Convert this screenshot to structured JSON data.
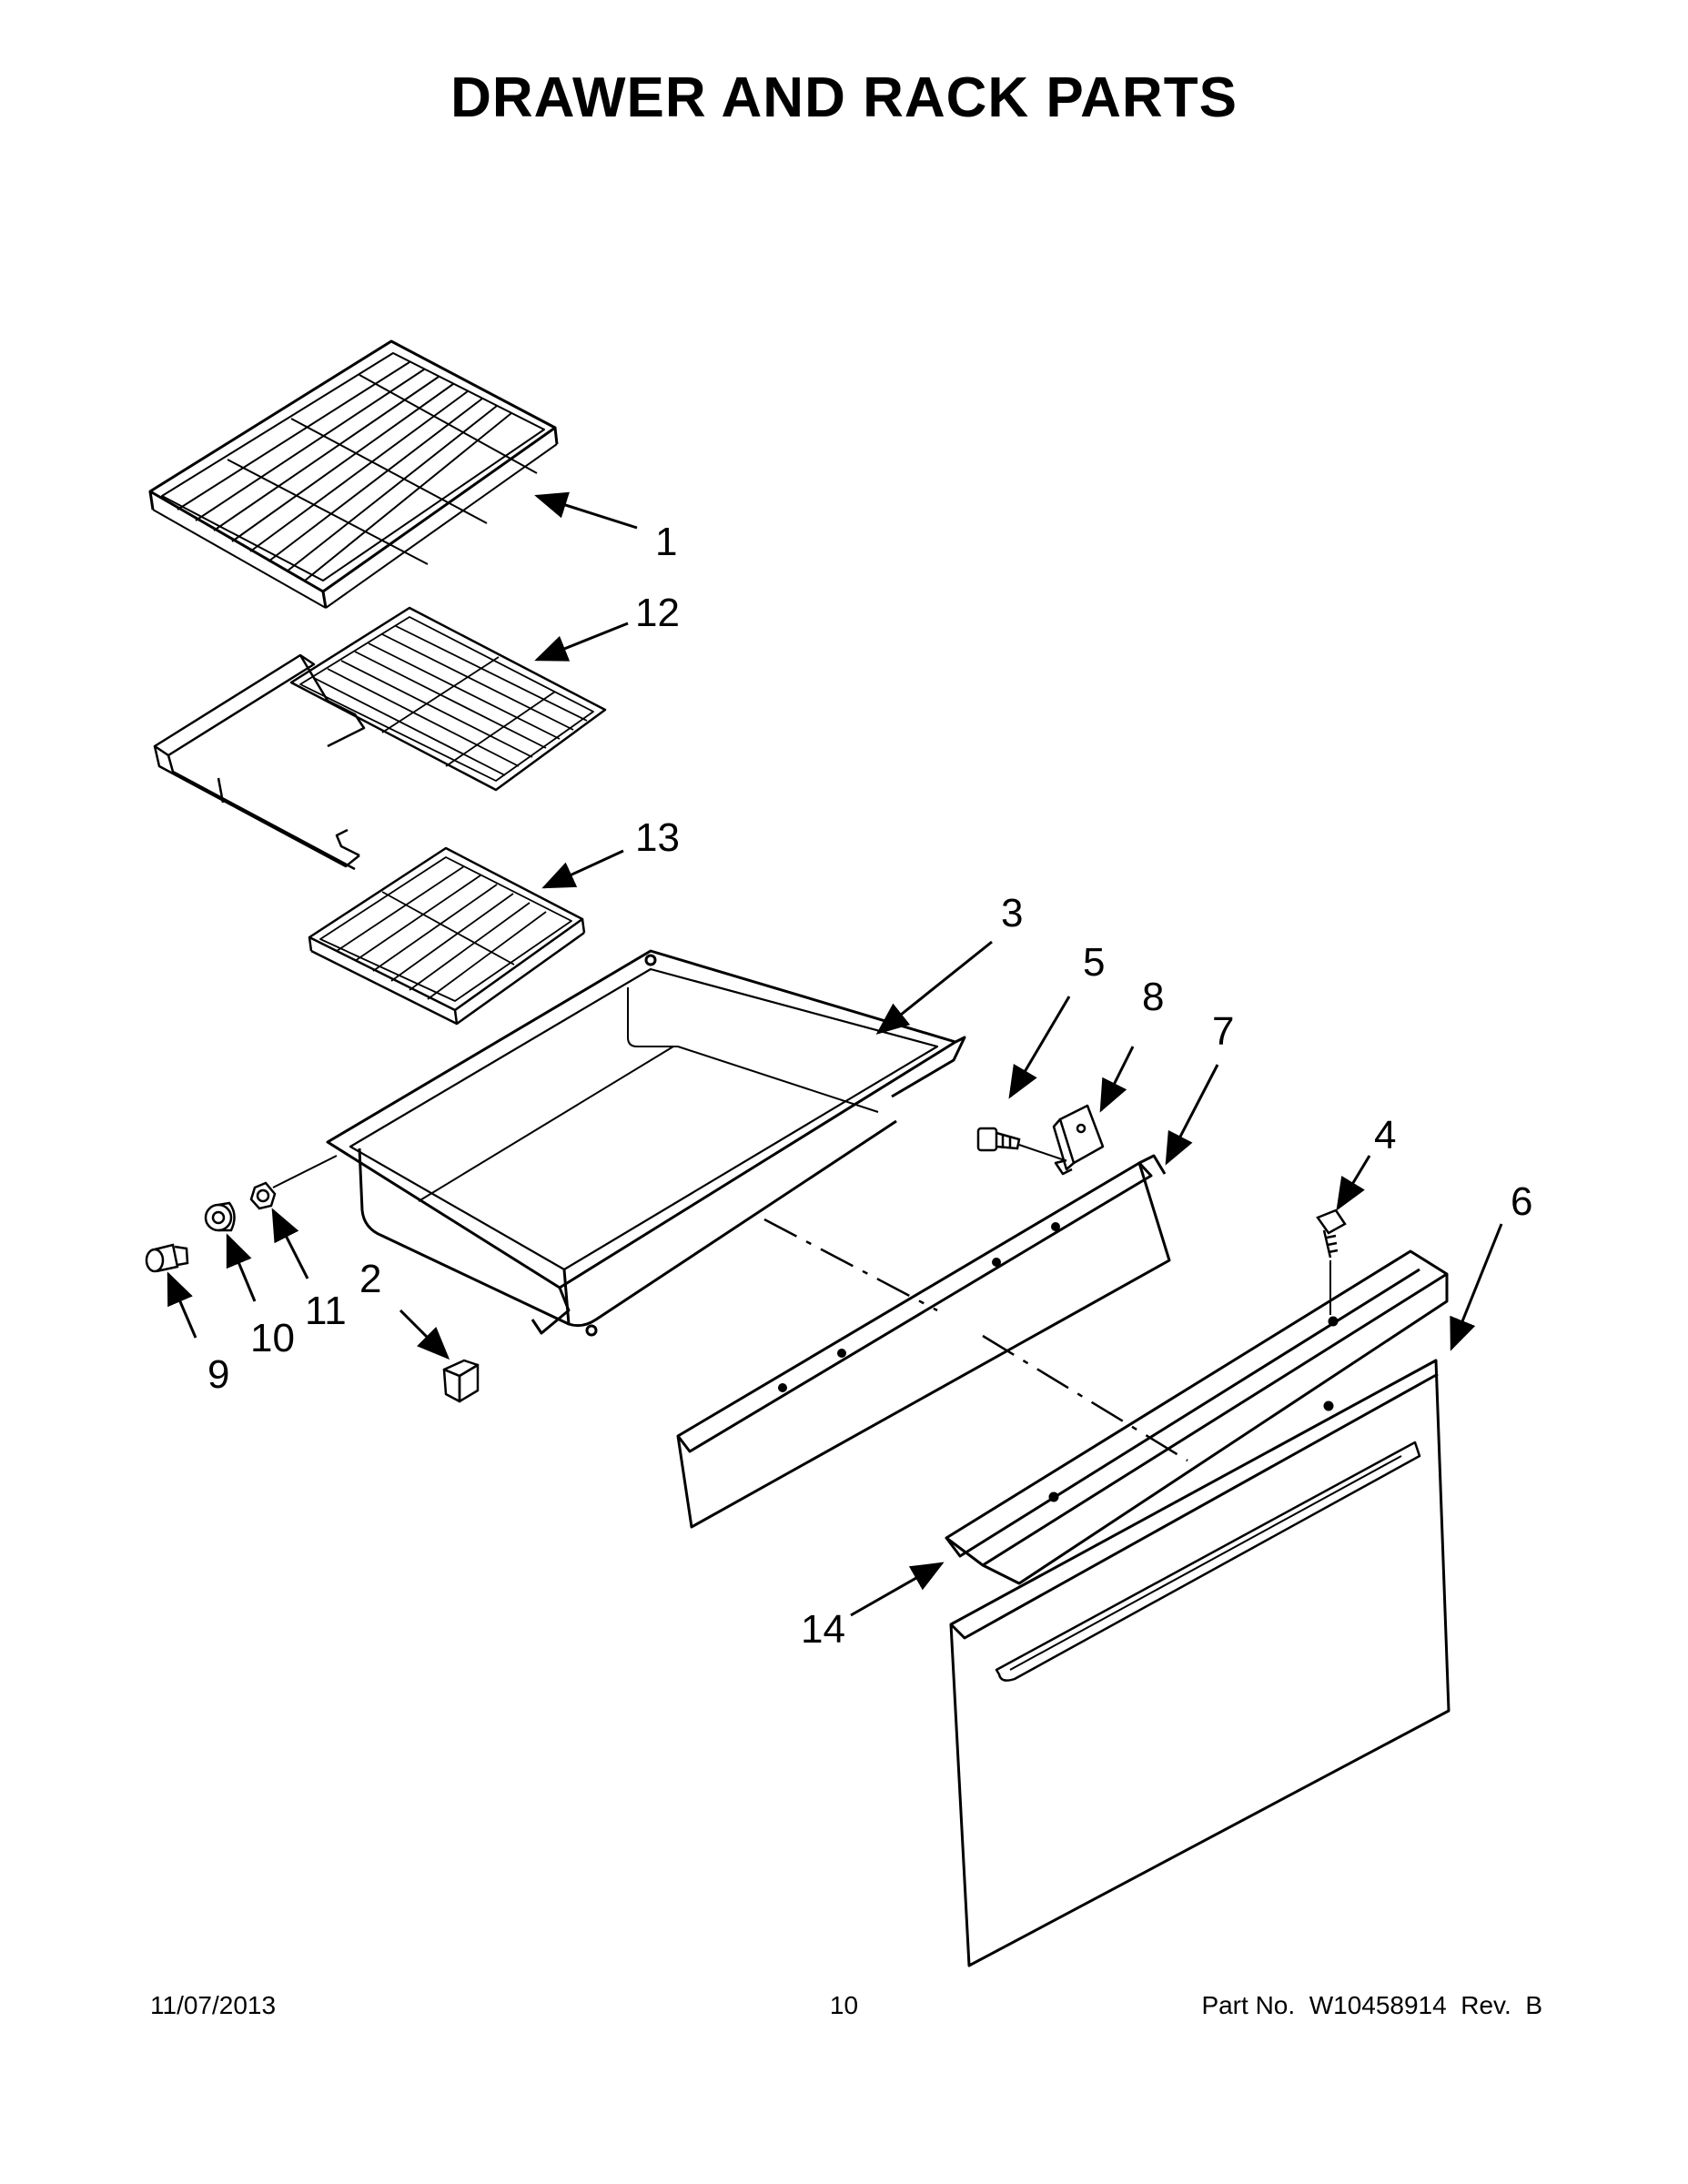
{
  "page": {
    "title": "DRAWER AND RACK PARTS"
  },
  "callouts": [
    {
      "id": "1",
      "label": "1"
    },
    {
      "id": "12",
      "label": "12"
    },
    {
      "id": "13",
      "label": "13"
    },
    {
      "id": "3",
      "label": "3"
    },
    {
      "id": "5",
      "label": "5"
    },
    {
      "id": "8",
      "label": "8"
    },
    {
      "id": "7",
      "label": "7"
    },
    {
      "id": "4",
      "label": "4"
    },
    {
      "id": "6",
      "label": "6"
    },
    {
      "id": "2",
      "label": "2"
    },
    {
      "id": "11",
      "label": "11"
    },
    {
      "id": "10",
      "label": "10"
    },
    {
      "id": "9",
      "label": "9"
    },
    {
      "id": "14",
      "label": "14"
    }
  ],
  "footer": {
    "date": "11/07/2013",
    "page_number": "10",
    "part_number": "Part No.  W10458914  Rev.  B"
  }
}
